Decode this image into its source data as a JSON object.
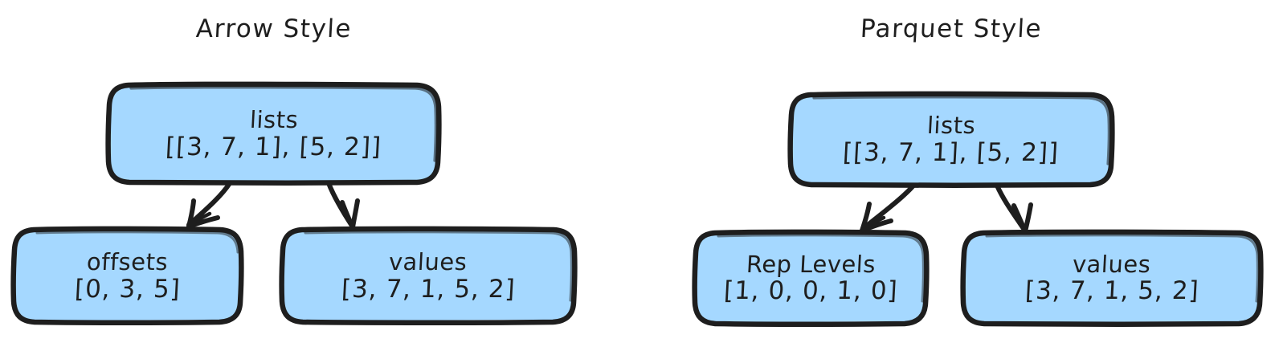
{
  "diagram": {
    "background": "#ffffff",
    "node_fill": "#a5d8ff",
    "stroke": "#1e1e1e",
    "panels": [
      {
        "id": "arrow-style",
        "title": "Arrow Style",
        "root": {
          "id": "arrow-lists",
          "name": "lists",
          "value": "[[3, 7, 1], [5, 2]]"
        },
        "children": [
          {
            "id": "arrow-offsets",
            "name": "offsets",
            "value": "[0, 3, 5]"
          },
          {
            "id": "arrow-values",
            "name": "values",
            "value": "[3, 7, 1, 5, 2]"
          }
        ]
      },
      {
        "id": "parquet-style",
        "title": "Parquet Style",
        "root": {
          "id": "parquet-lists",
          "name": "lists",
          "value": "[[3, 7, 1], [5, 2]]"
        },
        "children": [
          {
            "id": "parquet-rep-levels",
            "name": "Rep Levels",
            "value": "[1, 0, 0, 1, 0]"
          },
          {
            "id": "parquet-values",
            "name": "values",
            "value": "[3, 7, 1, 5, 2]"
          }
        ]
      }
    ],
    "edges": [
      {
        "id": "arrow-lists-to-offsets",
        "from": "arrow-lists",
        "to": "arrow-offsets"
      },
      {
        "id": "arrow-lists-to-values",
        "from": "arrow-lists",
        "to": "arrow-values"
      },
      {
        "id": "parquet-lists-to-rep-levels",
        "from": "parquet-lists",
        "to": "parquet-rep-levels"
      },
      {
        "id": "parquet-lists-to-values",
        "from": "parquet-lists",
        "to": "parquet-values"
      }
    ]
  }
}
